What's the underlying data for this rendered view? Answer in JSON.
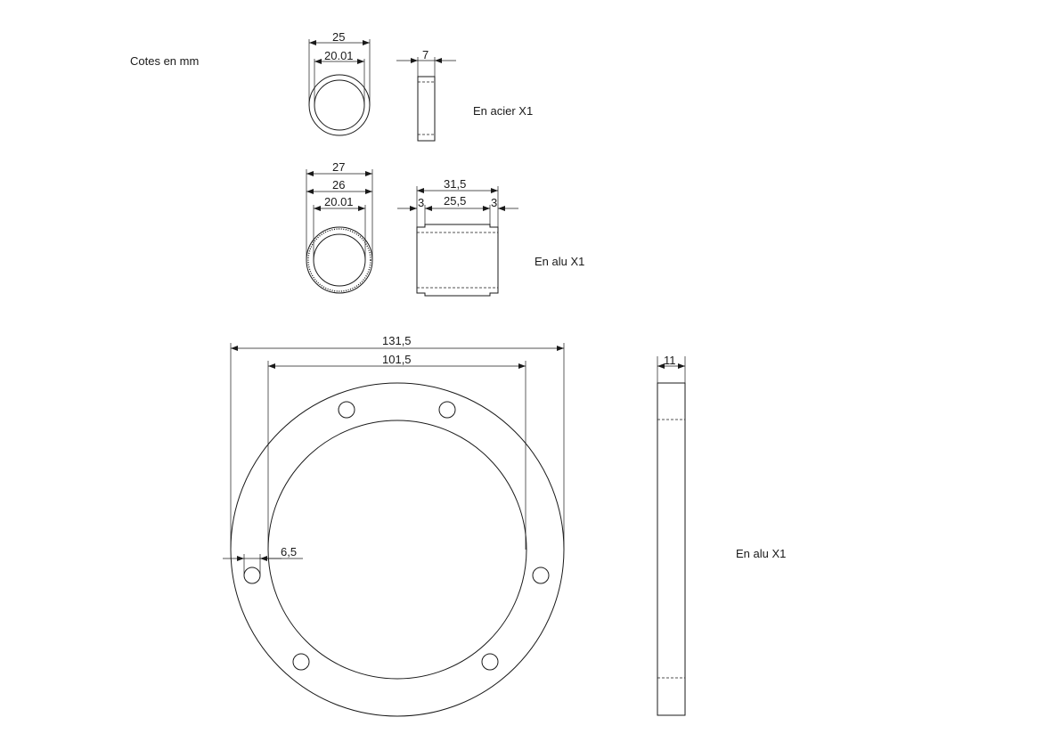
{
  "notes": {
    "units": "Cotes en mm",
    "part1_label": "En acier X1",
    "part2_label": "En alu X1",
    "part3_label": "En alu X1"
  },
  "dimensions": {
    "part1_outer": "25",
    "part1_inner": "20.01",
    "part1_width": "7",
    "part2_outer": "27",
    "part2_mid": "26",
    "part2_inner": "20.01",
    "part2_length": "31,5",
    "part2_center": "25,5",
    "part2_left_step": "3",
    "part2_right_step": "3",
    "part3_outer": "131,5",
    "part3_inner": "101,5",
    "part3_hole": "6,5",
    "part3_thickness": "11"
  }
}
